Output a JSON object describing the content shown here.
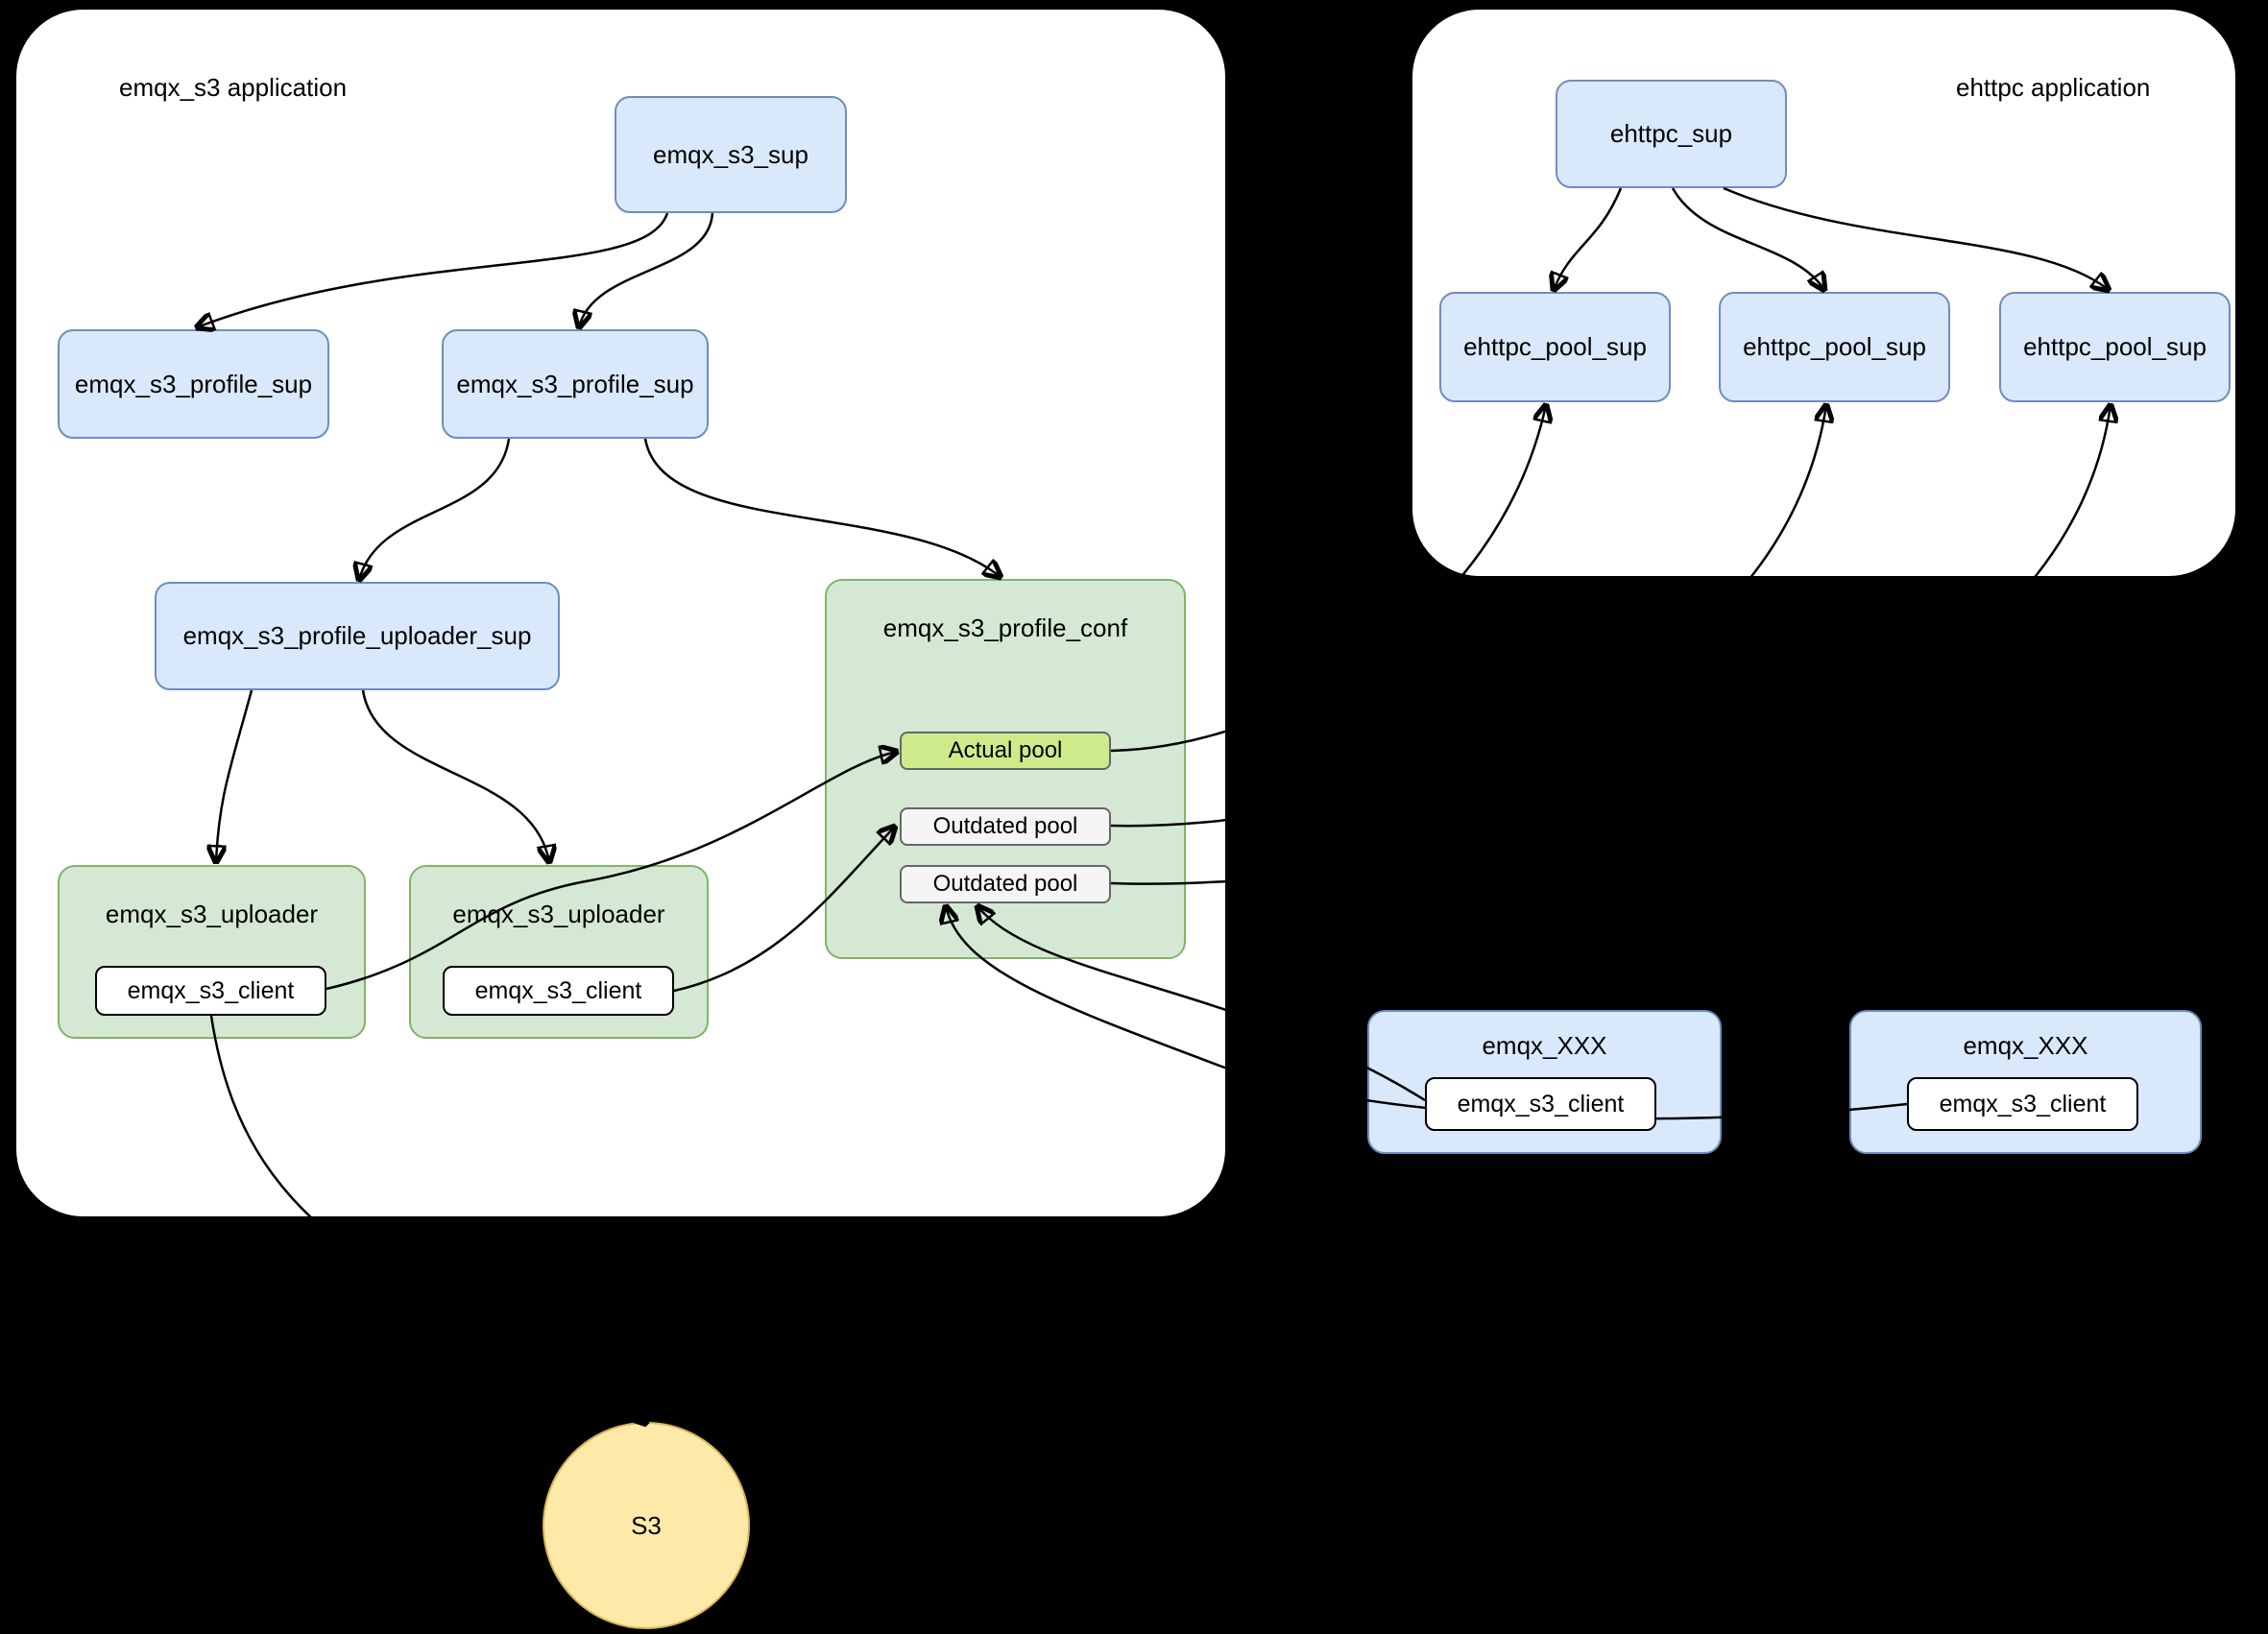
{
  "emqx_s3_app": {
    "title": "emqx_s3 application",
    "sup": "emqx_s3_sup",
    "profile_sup_left": "emqx_s3_profile_sup",
    "profile_sup_center": "emqx_s3_profile_sup",
    "profile_uploader_sup": "emqx_s3_profile_uploader_sup",
    "profile_conf_title": "emqx_s3_profile_conf",
    "actual_pool": "Actual pool",
    "outdated_pool_top": "Outdated pool",
    "outdated_pool_bottom": "Outdated pool",
    "uploader_left_title": "emqx_s3_uploader",
    "uploader_left_client": "emqx_s3_client",
    "uploader_right_title": "emqx_s3_uploader",
    "uploader_right_client": "emqx_s3_client"
  },
  "ehttpc_app": {
    "title": "ehttpc application",
    "sup": "ehttpc_sup",
    "pool_sup_left": "ehttpc_pool_sup",
    "pool_sup_center": "ehttpc_pool_sup",
    "pool_sup_right": "ehttpc_pool_sup"
  },
  "external_nodes": {
    "xxx_left_title": "emqx_XXX",
    "xxx_left_client": "emqx_s3_client",
    "xxx_right_title": "emqx_XXX",
    "xxx_right_client": "emqx_s3_client",
    "s3_label": "S3"
  },
  "colors": {
    "background": "#000000",
    "container_fill": "#ffffff",
    "blue_fill": "#dae8fc",
    "blue_border": "#6c8ebf",
    "green_fill": "#d5e8d4",
    "green_border": "#82b366",
    "actual_pool_fill": "#cdeb8b",
    "outdated_pool_fill": "#f5f5f5",
    "pool_border": "#666666",
    "s3_fill": "#ffe9a8",
    "s3_border": "#d6b656",
    "edge": "#000000"
  }
}
